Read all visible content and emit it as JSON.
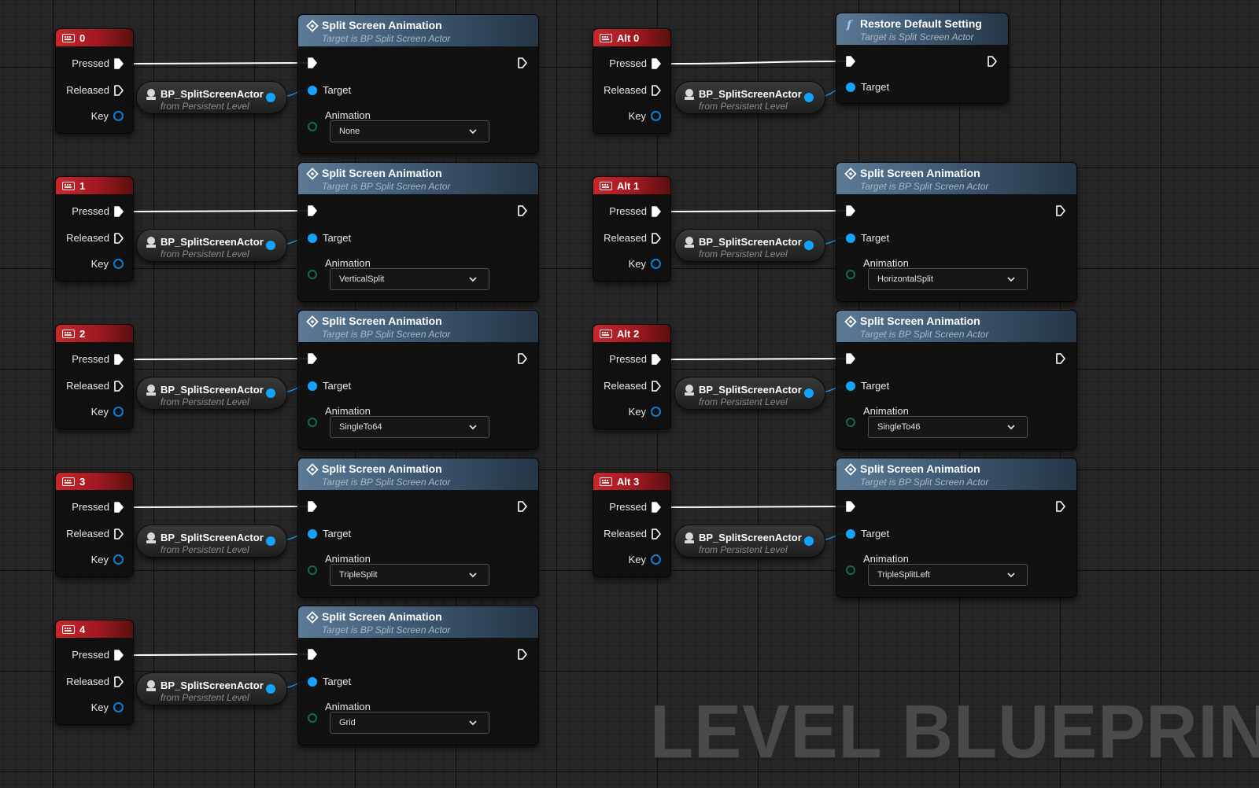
{
  "input_nodes": [
    {
      "title": "0"
    },
    {
      "title": "1"
    },
    {
      "title": "2"
    },
    {
      "title": "3"
    },
    {
      "title": "4"
    },
    {
      "title": "Alt 0"
    },
    {
      "title": "Alt 1"
    },
    {
      "title": "Alt 2"
    },
    {
      "title": "Alt 3"
    }
  ],
  "input_pins": {
    "pressed": "Pressed",
    "released": "Released",
    "key": "Key"
  },
  "actor_ref": {
    "name": "BP_SplitScreenActor",
    "sub": "from Persistent Level"
  },
  "restore_node": {
    "title": "Restore Default Setting",
    "subtitle": "Target is Split Screen Actor",
    "target_label": "Target"
  },
  "animation_nodes": [
    {
      "title": "Split Screen Animation",
      "subtitle": "Target is BP Split Screen Actor",
      "target_label": "Target",
      "animation_label": "Animation",
      "value": "None"
    },
    {
      "title": "Split Screen Animation",
      "subtitle": "Target is BP Split Screen Actor",
      "target_label": "Target",
      "animation_label": "Animation",
      "value": "VerticalSplit"
    },
    {
      "title": "Split Screen Animation",
      "subtitle": "Target is BP Split Screen Actor",
      "target_label": "Target",
      "animation_label": "Animation",
      "value": "SingleTo64"
    },
    {
      "title": "Split Screen Animation",
      "subtitle": "Target is BP Split Screen Actor",
      "target_label": "Target",
      "animation_label": "Animation",
      "value": "TripleSplit"
    },
    {
      "title": "Split Screen Animation",
      "subtitle": "Target is BP Split Screen Actor",
      "target_label": "Target",
      "animation_label": "Animation",
      "value": "Grid"
    },
    {
      "title": "Split Screen Animation",
      "subtitle": "Target is BP Split Screen Actor",
      "target_label": "Target",
      "animation_label": "Animation",
      "value": "HorizontalSplit"
    },
    {
      "title": "Split Screen Animation",
      "subtitle": "Target is BP Split Screen Actor",
      "target_label": "Target",
      "animation_label": "Animation",
      "value": "SingleTo46"
    },
    {
      "title": "Split Screen Animation",
      "subtitle": "Target is BP Split Screen Actor",
      "target_label": "Target",
      "animation_label": "Animation",
      "value": "TripleSplitLeft"
    }
  ],
  "watermark": "LEVEL BLUEPRINT",
  "colors": {
    "input_header": "#b51e24",
    "function_header": "#4d6a86",
    "exec_wire": "#ffffff",
    "object_pin": "#12a4ff",
    "enum_pin": "#0f6e4a"
  }
}
